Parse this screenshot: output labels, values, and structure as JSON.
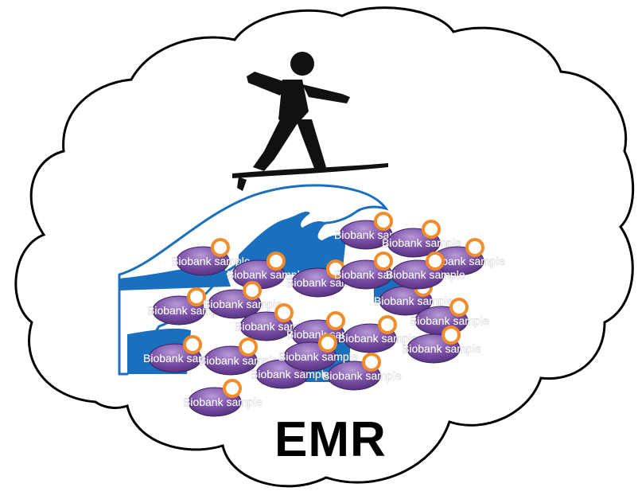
{
  "cloud": {
    "label": "EMR",
    "outline_color": "#000000",
    "fill_color": "#ffffff"
  },
  "wave": {
    "icon": "wave-icon",
    "color": "#1a6fbf"
  },
  "surfer": {
    "icon": "surfer-icon",
    "color": "#111111"
  },
  "samples": {
    "icon": "biobank-sample-icon",
    "body_color": "#7b4fa8",
    "ring_color": "#f28c28",
    "items": [
      {
        "label": "Biobank sample"
      },
      {
        "label": "Biobank sample"
      },
      {
        "label": "Biobank sample"
      },
      {
        "label": "Biobank sample"
      },
      {
        "label": "Biobank sample"
      },
      {
        "label": "Biobank sample"
      },
      {
        "label": "Biobank sample"
      },
      {
        "label": "Biobank sample"
      },
      {
        "label": "Biobank sample"
      },
      {
        "label": "Biobank sample"
      },
      {
        "label": "Biobank sample"
      },
      {
        "label": "Biobank sample"
      },
      {
        "label": "Biobank sample"
      },
      {
        "label": "Biobank sample"
      },
      {
        "label": "Biobank sample"
      },
      {
        "label": "Biobank sample"
      },
      {
        "label": "Biobank sample"
      },
      {
        "label": "Biobank sample"
      },
      {
        "label": "Biobank sample"
      },
      {
        "label": "Biobank sample"
      },
      {
        "label": "Biobank sample"
      },
      {
        "label": "Biobank sample"
      }
    ]
  }
}
